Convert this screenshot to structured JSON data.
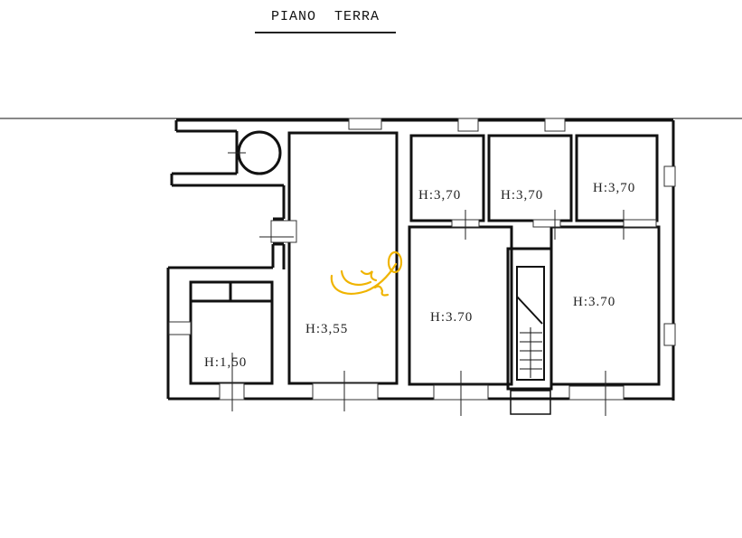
{
  "title": "PIANO TERRA",
  "colors": {
    "walls": "#111111",
    "background": "#ffffff",
    "annotation": "#f0b400"
  },
  "rooms": [
    {
      "id": "bathroom-small",
      "label": "H:1,50"
    },
    {
      "id": "hall-long",
      "label": "H:3,55"
    },
    {
      "id": "room-top-1",
      "label": "H:3,70"
    },
    {
      "id": "room-top-2",
      "label": "H:3,70"
    },
    {
      "id": "room-top-3",
      "label": "H:3,70"
    },
    {
      "id": "room-middle",
      "label": "H:3.70"
    },
    {
      "id": "room-right",
      "label": "H:3.70"
    }
  ],
  "annotation": {
    "type": "handwritten-signature",
    "color": "#f0b400"
  }
}
